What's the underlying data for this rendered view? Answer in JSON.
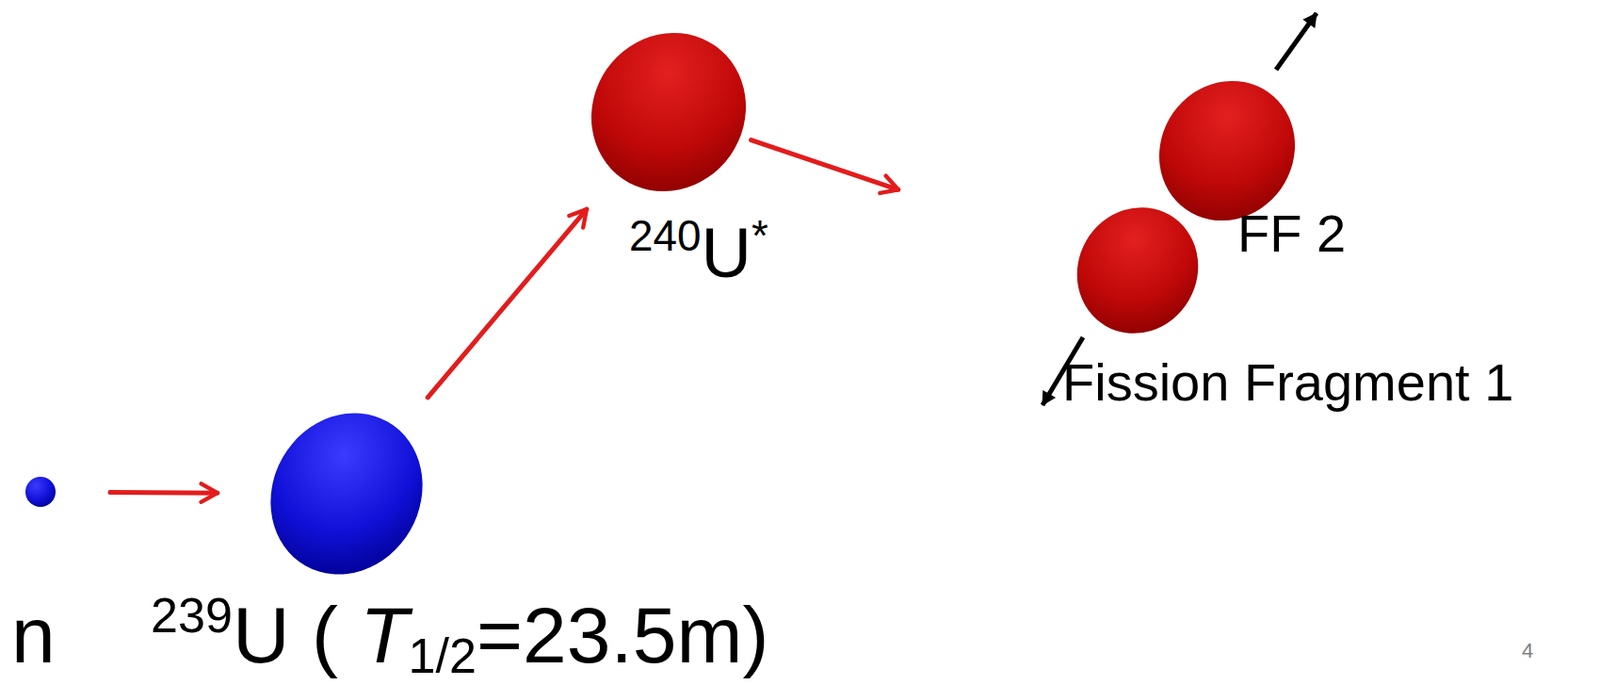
{
  "diagram": {
    "nodes": [
      {
        "text": [
          "n"
        ]
      },
      {
        "text": [
          "239U ( T1/2=23.5m)"
        ]
      },
      {
        "text": [
          "240U*"
        ]
      },
      {
        "text": [
          "FF 2"
        ]
      },
      {
        "text": [
          "Fission Fragment 1"
        ]
      }
    ],
    "edges": [
      {
        "from": 0,
        "to": 1,
        "arrow": "to"
      },
      {
        "from": 1,
        "to": 2,
        "arrow": "to"
      },
      {
        "from": 2,
        "to": 4,
        "arrow": "to"
      }
    ],
    "labels": [
      "4"
    ]
  }
}
